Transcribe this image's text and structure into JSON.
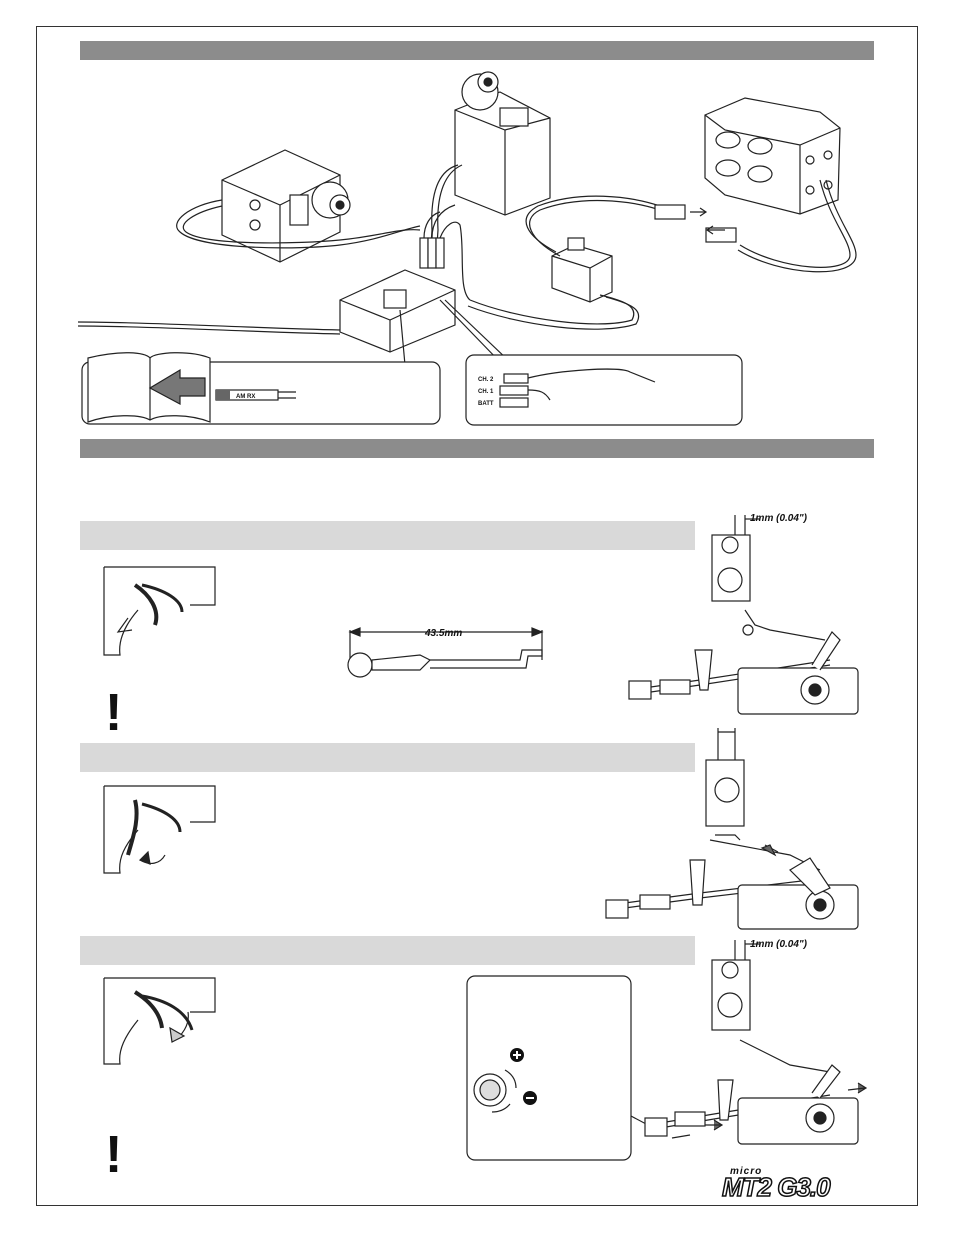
{
  "labels": {
    "receiver_crystal": "AM RX",
    "ch2": "CH. 2",
    "ch1": "CH. 1",
    "batt": "BATT"
  },
  "dimensions": {
    "gap_top": "1mm (0.04\")",
    "rod_length": "43.5mm",
    "gap_bottom": "1mm (0.04\")"
  },
  "warnings": {
    "mark": "!"
  },
  "adjust": {
    "plus": "+",
    "minus": "−"
  },
  "logo": {
    "small": "micro",
    "main": "MT2 G3.0"
  }
}
